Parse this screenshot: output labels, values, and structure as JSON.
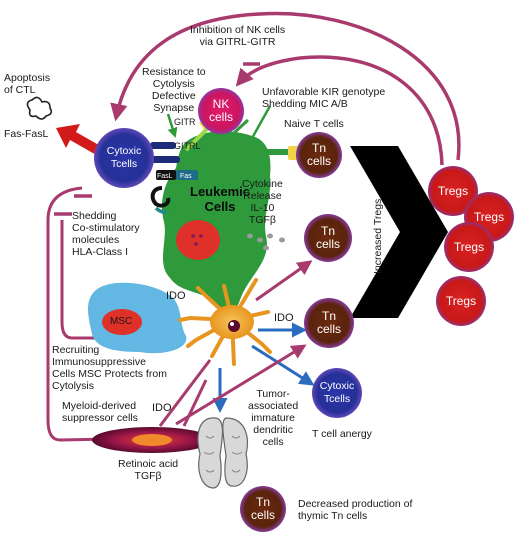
{
  "labels": {
    "inhibition_nk": [
      "Inhibition of NK cells",
      "via GITRL-GITR"
    ],
    "apoptosis": [
      "Apoptosis",
      "of CTL"
    ],
    "fas_fasl": "Fas-FasL",
    "resistance": [
      "Resistance to",
      "Cytolysis",
      "Defective",
      "Synapse"
    ],
    "unfavorable": [
      "Unfavorable KIR genotype",
      "Shedding MIC A/B"
    ],
    "naive_t": "Naive T cells",
    "gitr": "GITR",
    "gitrl": "GITRL",
    "fasl_small": "FasL",
    "fas_small": "Fas",
    "leukemic": [
      "Leukemic",
      "Cells"
    ],
    "cytokine": [
      "Cytokine",
      "Release",
      "IL-10",
      "TGFβ"
    ],
    "shedding": [
      "Shedding",
      "Co-stimulatory",
      "molecules",
      "HLA-Class I"
    ],
    "increased_tregs": "Increased Tregs",
    "msc": "MSC",
    "ido_top": "IDO",
    "ido_right": "IDO",
    "ido_bottom": "IDO",
    "recruiting": [
      "Recruiting",
      "Immunosuppressive",
      "Cells MSC Protects from",
      "Cytolysis"
    ],
    "tumor_assoc": [
      "Tumor-",
      "associated",
      "immature",
      "dendritic",
      "cells"
    ],
    "t_anergy": "T cell anergy",
    "myeloid": [
      "Myeloid-derived",
      "suppressor cells"
    ],
    "retinoic": [
      "Retinoic acid",
      "TGFβ"
    ],
    "decreased": [
      "Decreased production of",
      "thymic Tn cells"
    ]
  },
  "cells": {
    "nk": [
      "NK",
      "cells"
    ],
    "cytotoxic": [
      "Cytoxic",
      "Tcells"
    ],
    "tn": [
      "Tn",
      "cells"
    ],
    "tregs": "Tregs",
    "cytotoxic_anergy": [
      "Cytoxic",
      "Tcells"
    ]
  },
  "colors": {
    "arrow_magenta": "#a83a6e",
    "arrow_blue": "#2a6cc0",
    "leukemic_green": "#2e9a3c",
    "nucleus_red": "#e0302a",
    "msc_blue": "#62b8e2",
    "fas_red": "#d21a1a",
    "chevron": "#000000"
  }
}
